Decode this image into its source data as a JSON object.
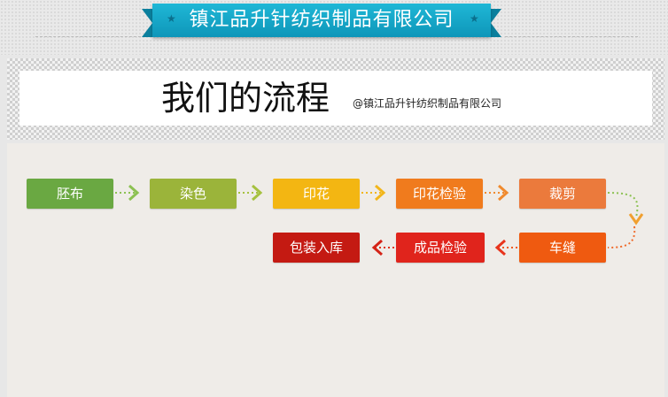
{
  "header": {
    "company": "镇江品升针纺织制品有限公司"
  },
  "title": {
    "main": "我们的流程",
    "sub": "@镇江品升针纺织制品有限公司"
  },
  "process": {
    "steps": [
      {
        "label": "胚布",
        "color": "#6aa842"
      },
      {
        "label": "染色",
        "color": "#9bb43a"
      },
      {
        "label": "印花",
        "color": "#f3b612"
      },
      {
        "label": "印花检验",
        "color": "#f07b1d"
      },
      {
        "label": "裁剪",
        "color": "#eb7a3c"
      },
      {
        "label": "车缝",
        "color": "#ef5a10"
      },
      {
        "label": "成品检验",
        "color": "#e0241c"
      },
      {
        "label": "包装入库",
        "color": "#c41a12"
      }
    ]
  }
}
